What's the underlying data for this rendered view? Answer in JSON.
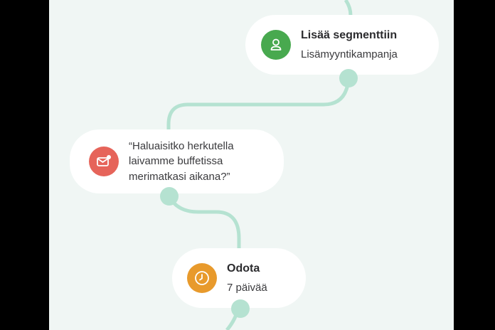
{
  "flow": {
    "nodes": [
      {
        "type": "segment",
        "icon": "user-icon",
        "color": "#48a94f",
        "title": "Lisää segmenttiin",
        "subtitle": "Lisämyyntikampanja"
      },
      {
        "type": "message",
        "icon": "mail-icon",
        "color": "#e6645a",
        "lines": [
          "“Haluaisitko herkutella",
          "laivamme buffetissa",
          "merimatkasi aikana?”"
        ]
      },
      {
        "type": "wait",
        "icon": "clock-icon",
        "color": "#e89a2c",
        "title": "Odota",
        "subtitle": "7 päivää"
      }
    ],
    "connector_color": "#b5e2d1",
    "background": "#f0f6f4"
  }
}
